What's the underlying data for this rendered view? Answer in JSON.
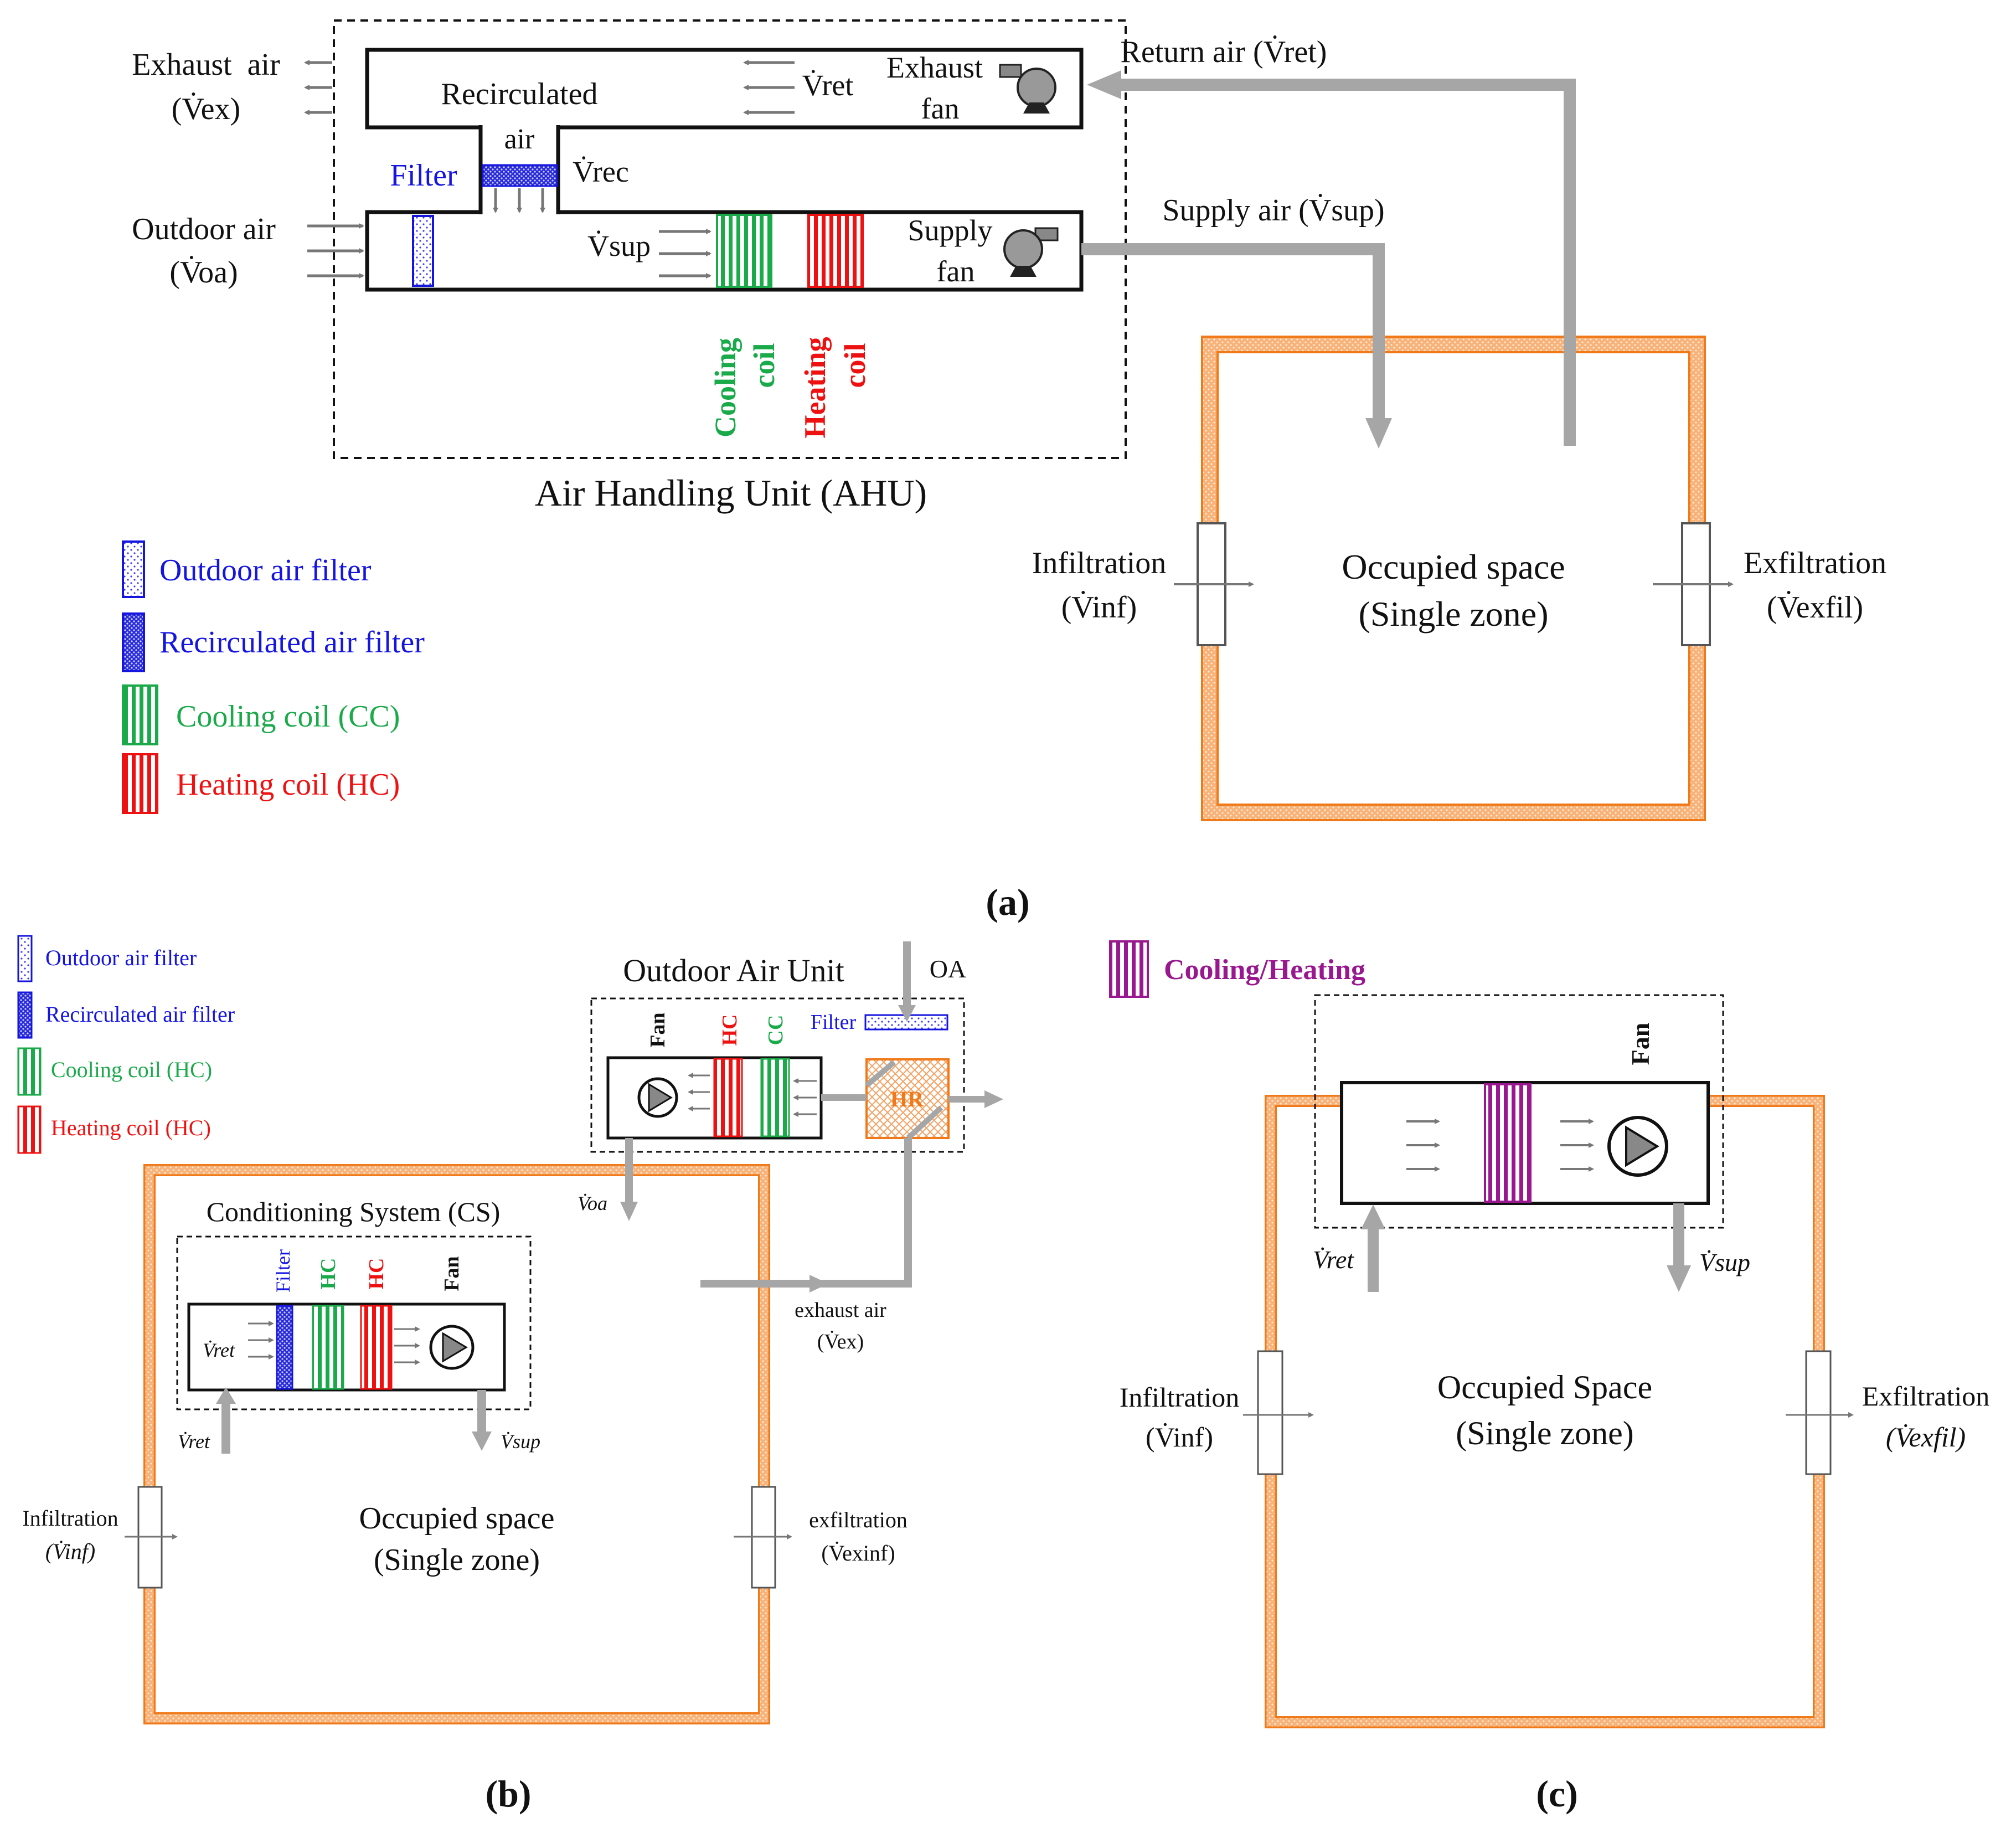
{
  "colors": {
    "duct": "#a6a6a6",
    "wall": "#f39a4a",
    "filter": "#1515e0",
    "cooling": "#1aaa4a",
    "heating": "#ee1111",
    "combined": "#99188f",
    "heat_recovery": "#f07a1a"
  },
  "panel_a": {
    "caption": "(a)",
    "ahu_title": "Air Handling Unit (AHU)",
    "exhaust_air": "Exhaust  air",
    "exhaust_air_symbol": "(V̇ex)",
    "outdoor_air": "Outdoor air",
    "outdoor_air_symbol": "(V̇oa)",
    "recirculated": "Recirculated",
    "recirculated_air": "air",
    "filter": "Filter",
    "v_ret": "V̇ret",
    "v_rec": "V̇rec",
    "v_sup": "V̇sup",
    "exhaust_fan_1": "Exhaust",
    "exhaust_fan_2": "fan",
    "supply_fan_1": "Supply",
    "supply_fan_2": "fan",
    "cooling_coil_1": "Cooling",
    "cooling_coil_2": "coil",
    "heating_coil_1": "Heating",
    "heating_coil_2": "coil",
    "return_air": "Return air (V̇ret)",
    "supply_air": "Supply air (V̇sup)",
    "infiltration": "Infiltration",
    "infiltration_symbol": "(V̇inf)",
    "exfiltration": "Exfiltration",
    "exfiltration_symbol": "(V̇exfil)",
    "occupied_1": "Occupied space",
    "occupied_2": "(Single zone)",
    "legend": [
      {
        "label": "Outdoor air filter",
        "icon": "outdoor-air-filter-icon"
      },
      {
        "label": "Recirculated air filter",
        "icon": "recirculated-air-filter-icon"
      },
      {
        "label": "Cooling coil (CC)",
        "icon": "cooling-coil-icon"
      },
      {
        "label": "Heating coil (HC)",
        "icon": "heating-coil-icon"
      }
    ]
  },
  "panel_b": {
    "caption": "(b)",
    "legend": [
      {
        "label": "Outdoor air filter",
        "icon": "outdoor-air-filter-icon"
      },
      {
        "label": "Recirculated air filter",
        "icon": "recirculated-air-filter-icon"
      },
      {
        "label": "Cooling coil (HC)",
        "icon": "cooling-coil-icon"
      },
      {
        "label": "Heating coil (HC)",
        "icon": "heating-coil-icon"
      }
    ],
    "oau_title": "Outdoor Air Unit",
    "oa": "OA",
    "filter": "Filter",
    "fan": "Fan",
    "hc": "HC",
    "cc": "CC",
    "hr": "HR",
    "v_oa": "V̇oa",
    "exhaust_air": "exhaust air",
    "exhaust_symbol": "(V̇ex)",
    "cs_title": "Conditioning System (CS)",
    "cs_filter": "Filter",
    "cs_coil_1": "HC",
    "cs_coil_2": "HC",
    "cs_fan": "Fan",
    "v_ret": "V̇ret",
    "v_sup": "V̇sup",
    "infiltration": "Infiltration",
    "infiltration_symbol": "(V̇inf)",
    "exfiltration": "exfiltration",
    "exfiltration_symbol": "(V̇exinf)",
    "occupied_1": "Occupied space",
    "occupied_2": "(Single zone)"
  },
  "panel_c": {
    "caption": "(c)",
    "legend_label": "Cooling/Heating",
    "fan": "Fan",
    "v_ret": "V̇ret",
    "v_sup": "V̇sup",
    "infiltration": "Infiltration",
    "infiltration_symbol": "(V̇inf)",
    "exfiltration": "Exfiltration",
    "exfiltration_symbol": "(V̇exfil)",
    "occupied_1": "Occupied Space",
    "occupied_2": "(Single zone)"
  }
}
